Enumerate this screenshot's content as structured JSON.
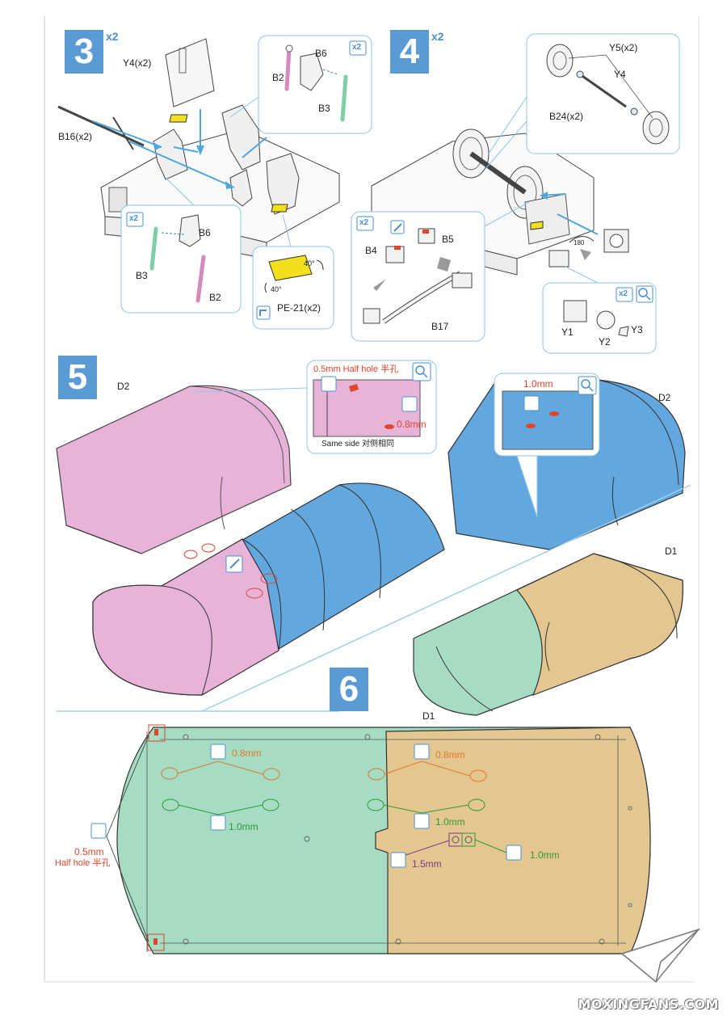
{
  "step3": {
    "number": "3",
    "mult": "x2",
    "labels": {
      "y4": "Y4(x2)",
      "b16": "B16(x2)",
      "b6_top": "B6",
      "b2_top": "B2",
      "b3_top": "B3",
      "mult_top": "x2",
      "mult_bottom": "x2",
      "b6_bottom": "B6",
      "b3_bottom": "B3",
      "b2_bottom": "B2",
      "pe21": "PE-21(x2)",
      "angle1": "40°",
      "angle2": "40°"
    }
  },
  "step4": {
    "number": "4",
    "mult": "x2",
    "labels": {
      "y5": "Y5(x2)",
      "y4": "Y4",
      "b24": "B24(x2)",
      "mult_left": "x2",
      "b5": "B5",
      "b4": "B4",
      "b17": "B17",
      "rot": "180",
      "mult_y": "x2",
      "y1": "Y1",
      "y2": "Y2",
      "y3": "Y3"
    }
  },
  "step5": {
    "number": "5",
    "labels": {
      "d2_left": "D2",
      "half_hole": "0.5mm Half hole 半孔",
      "drill_08": "0.8mm",
      "same_side": "Same side 对侧相同",
      "drill_10": "1.0mm",
      "d2_right": "D2",
      "d1_top": "D1",
      "d1_bottom": "D1"
    }
  },
  "step6": {
    "number": "6",
    "labels": {
      "left_08": "0.8mm",
      "left_10": "1.0mm",
      "right_08": "0.8mm",
      "right_10": "1.0mm",
      "mid_15": "1.5mm",
      "far_10": "1.0mm",
      "side_05": "0.5mm",
      "side_half": "Half hole 半孔"
    }
  },
  "watermark": "MOXINGFANS.COM",
  "colors": {
    "step_box": "#5b9bd5",
    "pink": "#e8b3d8",
    "blue": "#63a7df",
    "green": "#a5dcc3",
    "tan": "#e3c690",
    "yellow": "#f3e01b",
    "callout_border": "#8cc6e6",
    "red_drill": "#e0462b",
    "green_drill": "#2f9a3a",
    "purple_drill": "#7a3b8a"
  }
}
